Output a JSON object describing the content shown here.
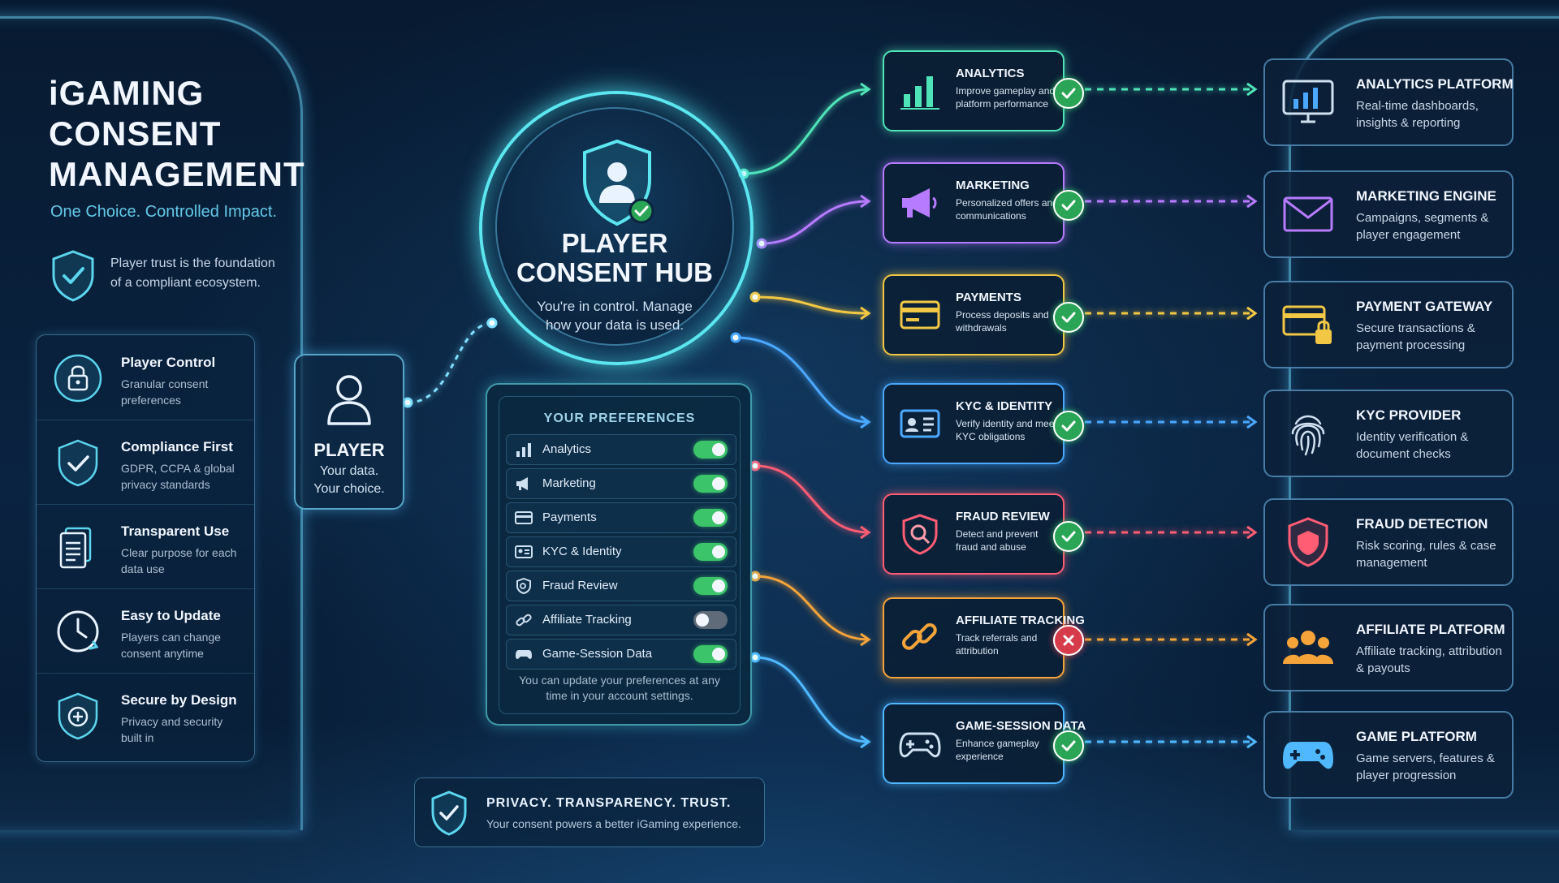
{
  "title": "iGAMING CONSENT MANAGEMENT",
  "tagline": "One Choice. Controlled Impact.",
  "trust_statement": "Player trust is the foundation of a compliant ecosystem.",
  "features": [
    {
      "title": "Player Control",
      "desc": "Granular consent preferences",
      "icon": "lock-icon"
    },
    {
      "title": "Compliance First",
      "desc": "GDPR, CCPA & global privacy standards",
      "icon": "shield-check-icon"
    },
    {
      "title": "Transparent Use",
      "desc": "Clear purpose for each data use",
      "icon": "document-icon"
    },
    {
      "title": "Easy to Update",
      "desc": "Players can change consent anytime",
      "icon": "clock-icon"
    },
    {
      "title": "Secure by Design",
      "desc": "Privacy and security built in",
      "icon": "shield-plus-icon"
    }
  ],
  "player": {
    "title": "PLAYER",
    "line1": "Your data.",
    "line2": "Your choice."
  },
  "hub": {
    "title_line1": "PLAYER",
    "title_line2": "CONSENT HUB",
    "desc": "You're in control. Manage how your data is used."
  },
  "preferences": {
    "title": "YOUR PREFERENCES",
    "items": [
      {
        "label": "Analytics",
        "enabled": true,
        "icon": "bar-chart-icon"
      },
      {
        "label": "Marketing",
        "enabled": true,
        "icon": "megaphone-icon"
      },
      {
        "label": "Payments",
        "enabled": true,
        "icon": "card-icon"
      },
      {
        "label": "KYC & Identity",
        "enabled": true,
        "icon": "id-card-icon"
      },
      {
        "label": "Fraud Review",
        "enabled": true,
        "icon": "fraud-search-icon"
      },
      {
        "label": "Affiliate Tracking",
        "enabled": false,
        "icon": "link-icon"
      },
      {
        "label": "Game-Session Data",
        "enabled": true,
        "icon": "gamepad-icon"
      }
    ],
    "note": "You can update your preferences at any time in your account settings."
  },
  "footer": {
    "headline": "PRIVACY. TRANSPARENCY. TRUST.",
    "sub": "Your consent powers a better iGaming experience."
  },
  "purposes": [
    {
      "title": "ANALYTICS",
      "desc": "Improve gameplay and platform performance",
      "status": "allowed",
      "color": "#4fe3b8"
    },
    {
      "title": "MARKETING",
      "desc": "Personalized offers and communications",
      "status": "allowed",
      "color": "#b77bff"
    },
    {
      "title": "PAYMENTS",
      "desc": "Process deposits and withdrawals",
      "status": "allowed",
      "color": "#f2c744"
    },
    {
      "title": "KYC & IDENTITY",
      "desc": "Verify identity and meet KYC obligations",
      "status": "allowed",
      "color": "#4aa8ff"
    },
    {
      "title": "FRAUD REVIEW",
      "desc": "Detect and prevent fraud and abuse",
      "status": "allowed",
      "color": "#ff5d74"
    },
    {
      "title": "AFFILIATE TRACKING",
      "desc": "Track referrals and attribution",
      "status": "blocked",
      "color": "#f5a43a"
    },
    {
      "title": "GAME-SESSION DATA",
      "desc": "Enhance gameplay experience",
      "status": "allowed",
      "color": "#4fb8ff"
    }
  ],
  "systems": [
    {
      "title": "ANALYTICS PLATFORM",
      "desc": "Real-time dashboards, insights & reporting"
    },
    {
      "title": "MARKETING ENGINE",
      "desc": "Campaigns, segments & player engagement"
    },
    {
      "title": "PAYMENT GATEWAY",
      "desc": "Secure transactions & payment processing"
    },
    {
      "title": "KYC PROVIDER",
      "desc": "Identity verification & document checks"
    },
    {
      "title": "FRAUD DETECTION",
      "desc": "Risk scoring, rules & case management"
    },
    {
      "title": "AFFILIATE PLATFORM",
      "desc": "Affiliate tracking, attribution & payouts"
    },
    {
      "title": "GAME PLATFORM",
      "desc": "Game servers, features & player progression"
    }
  ]
}
